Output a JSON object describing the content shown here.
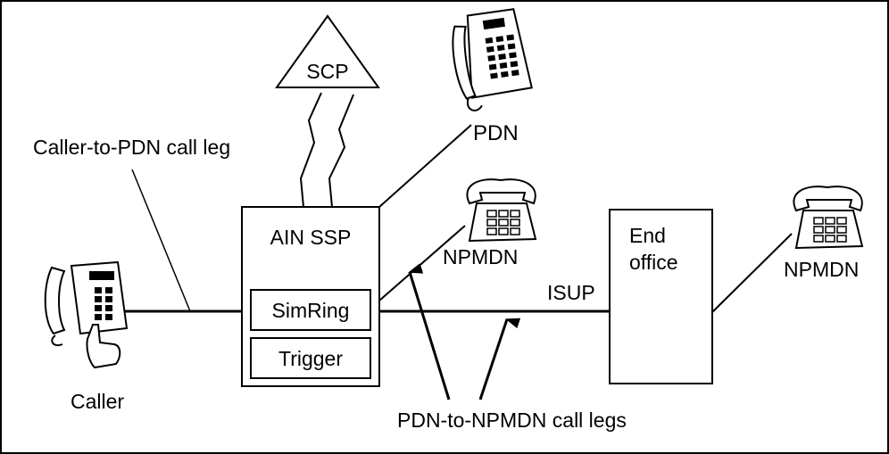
{
  "labels": {
    "scp": "SCP",
    "pdn": "PDN",
    "caller_to_pdn_leg": "Caller-to-PDN call leg",
    "ain_ssp": "AIN SSP",
    "simring": "SimRing",
    "trigger": "Trigger",
    "npmdn_middle": "NPMDN",
    "npmdn_right": "NPMDN",
    "isup": "ISUP",
    "end_office_line1": "End",
    "end_office_line2": "office",
    "caller": "Caller",
    "pdn_to_npmdn_legs": "PDN-to-NPMDN call legs"
  },
  "icons": {
    "pdn_phone": "desk-phone-icon",
    "npmdn_phones": "rotary-phone-icon",
    "caller_phone": "handset-phone-icon"
  }
}
